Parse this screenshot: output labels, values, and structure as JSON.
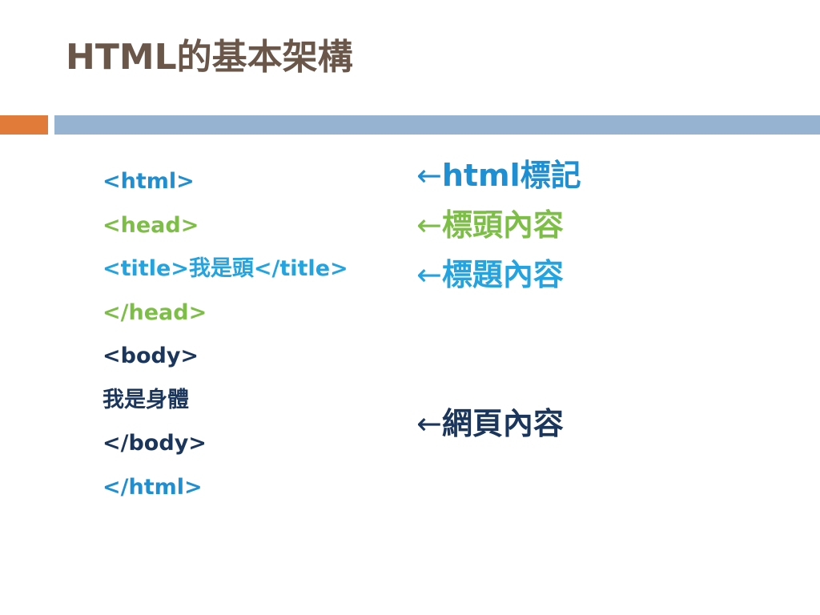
{
  "slide": {
    "title": "HTML的基本架構",
    "colors": {
      "title": "#6b574a",
      "accent_bar": "#e07b39",
      "main_bar": "#96b4d2",
      "html_tag": "#1f8fd3",
      "head_tag": "#7dbf46",
      "title_tag": "#23a3e0",
      "body_tag": "#1b365d"
    }
  },
  "code_lines": [
    {
      "text": "<html>",
      "color": "#1f8fd3"
    },
    {
      "text": "<head>",
      "color": "#7dbf46"
    },
    {
      "text": "<title>我是頭</title>",
      "color": "#23a3e0"
    },
    {
      "text": "</head>",
      "color": "#7dbf46"
    },
    {
      "text": "<body>",
      "color": "#1b365d"
    },
    {
      "text": "我是身體",
      "color": "#1b365d"
    },
    {
      "text": "</body>",
      "color": "#1b365d"
    },
    {
      "text": "</html>",
      "color": "#1f8fd3"
    }
  ],
  "notes": [
    {
      "arrow": "←",
      "text": "html標記",
      "color": "#1f8fd3"
    },
    {
      "arrow": "←",
      "text": "標頭內容",
      "color": "#7dbf46"
    },
    {
      "arrow": "←",
      "text": "標題內容",
      "color": "#23a3e0"
    },
    {
      "arrow": "←",
      "text": "網頁內容",
      "color": "#1b365d"
    }
  ]
}
